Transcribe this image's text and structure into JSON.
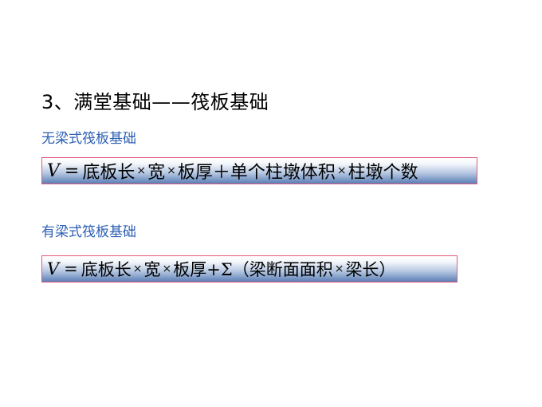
{
  "heading": "3、满堂基础——筏板基础",
  "section1": {
    "label": "无梁式筏板基础",
    "formula": {
      "var": "V",
      "eq": "=",
      "t1": "底板长",
      "op1": "×",
      "t2": "宽",
      "op2": "×",
      "t3": "板厚＋单个柱墩体积",
      "op3": "×",
      "t4": "柱墩个数"
    }
  },
  "section2": {
    "label": "有梁式筏板基础",
    "formula": {
      "var": "V",
      "eq": "=",
      "t1": "底板长",
      "op1": "×",
      "t2": "宽",
      "op2": "×",
      "t3": "板厚+Σ（梁断面面积",
      "op3": "×",
      "t4": "梁长）"
    }
  }
}
